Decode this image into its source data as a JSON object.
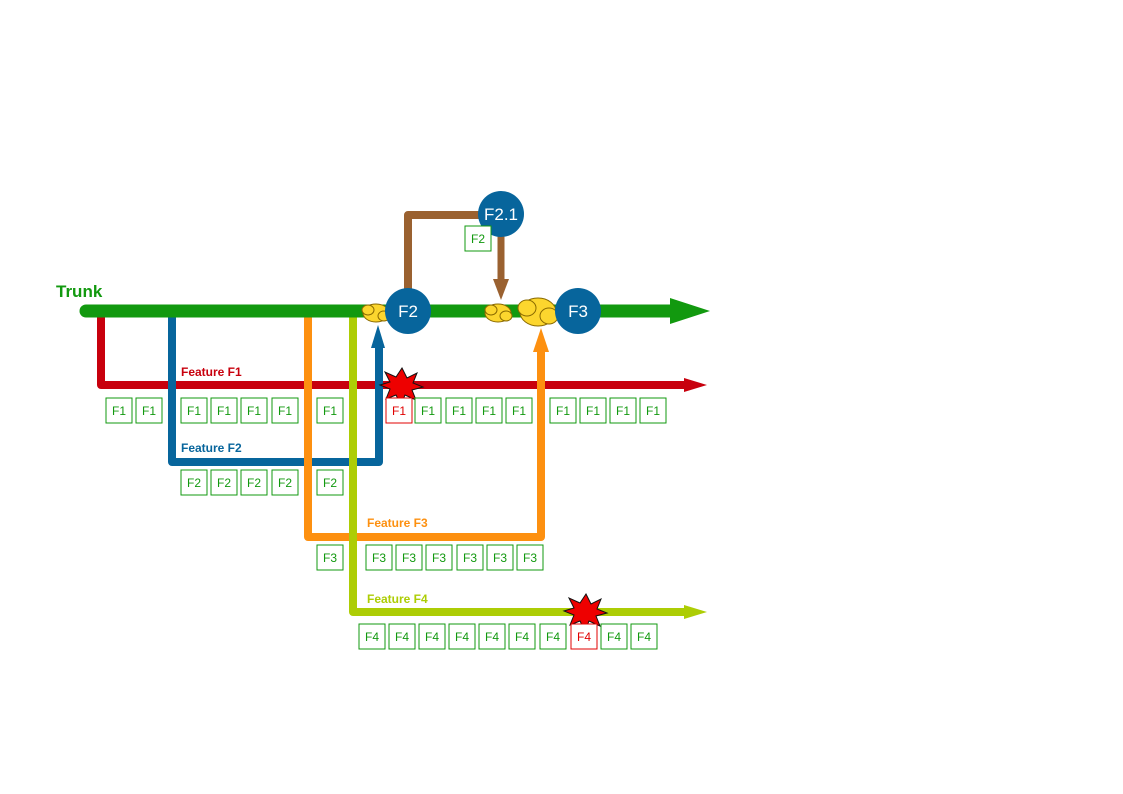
{
  "trunk": {
    "label": "Trunk",
    "color": "#12990f"
  },
  "branches": {
    "f1": {
      "label": "Feature F1",
      "color": "#c8000d"
    },
    "f2": {
      "label": "Feature F2",
      "color": "#07659c"
    },
    "f3": {
      "label": "Feature F3",
      "color": "#fd9010"
    },
    "f4": {
      "label": "Feature F4",
      "color": "#adcd05"
    },
    "f21": {
      "color": "#9a6130"
    }
  },
  "nodes": {
    "f2": "F2",
    "f21": "F2.1",
    "f3": "F3"
  },
  "commits": {
    "f1": [
      "F1",
      "F1",
      "F1",
      "F1",
      "F1",
      "F1",
      "F1",
      "F1",
      "F1",
      "F1",
      "F1",
      "F1",
      "F1",
      "F1",
      "F1",
      "F1"
    ],
    "f2": [
      "F2",
      "F2",
      "F2",
      "F2",
      "F2"
    ],
    "f21": [
      "F2"
    ],
    "f3": [
      "F3",
      "F3",
      "F3",
      "F3",
      "F3",
      "F3",
      "F3"
    ],
    "f4": [
      "F4",
      "F4",
      "F4",
      "F4",
      "F4",
      "F4",
      "F4",
      "F4",
      "F4",
      "F4"
    ]
  },
  "conflicts": {
    "f1": "F1",
    "f4": "F4"
  },
  "colors": {
    "commit_border": "#12990f",
    "commit_text": "#12990f",
    "conflict_border": "#e00000",
    "conflict_text": "#e00000",
    "conflict_burst": "#ee0000",
    "merge_cloud": "#fcd62e",
    "node_fill": "#07659c"
  }
}
